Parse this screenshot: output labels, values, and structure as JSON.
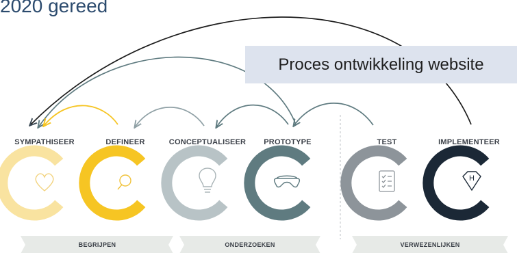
{
  "title": "2020 gereed",
  "callout": "Proces ontwikkeling website",
  "steps": [
    {
      "label": "SYMPATHISEER",
      "icon": "heart-icon",
      "color": "#f9e3a0"
    },
    {
      "label": "DEFINEER",
      "icon": "magnifier-icon",
      "color": "#f6c523"
    },
    {
      "label": "CONCEPTUALISEER",
      "icon": "lightbulb-icon",
      "color": "#b8c3c6"
    },
    {
      "label": "PROTOTYPE",
      "icon": "vr-headset-icon",
      "color": "#5f7b80"
    },
    {
      "label": "TEST",
      "icon": "checklist-icon",
      "color": "#8d949a"
    },
    {
      "label": "IMPLEMENTEER",
      "icon": "superman-shield-icon",
      "color": "#1b2836"
    }
  ],
  "phases": [
    "BEGRIJPEN",
    "ONDERZOEKEN",
    "VERWEZENLIJKEN"
  ]
}
